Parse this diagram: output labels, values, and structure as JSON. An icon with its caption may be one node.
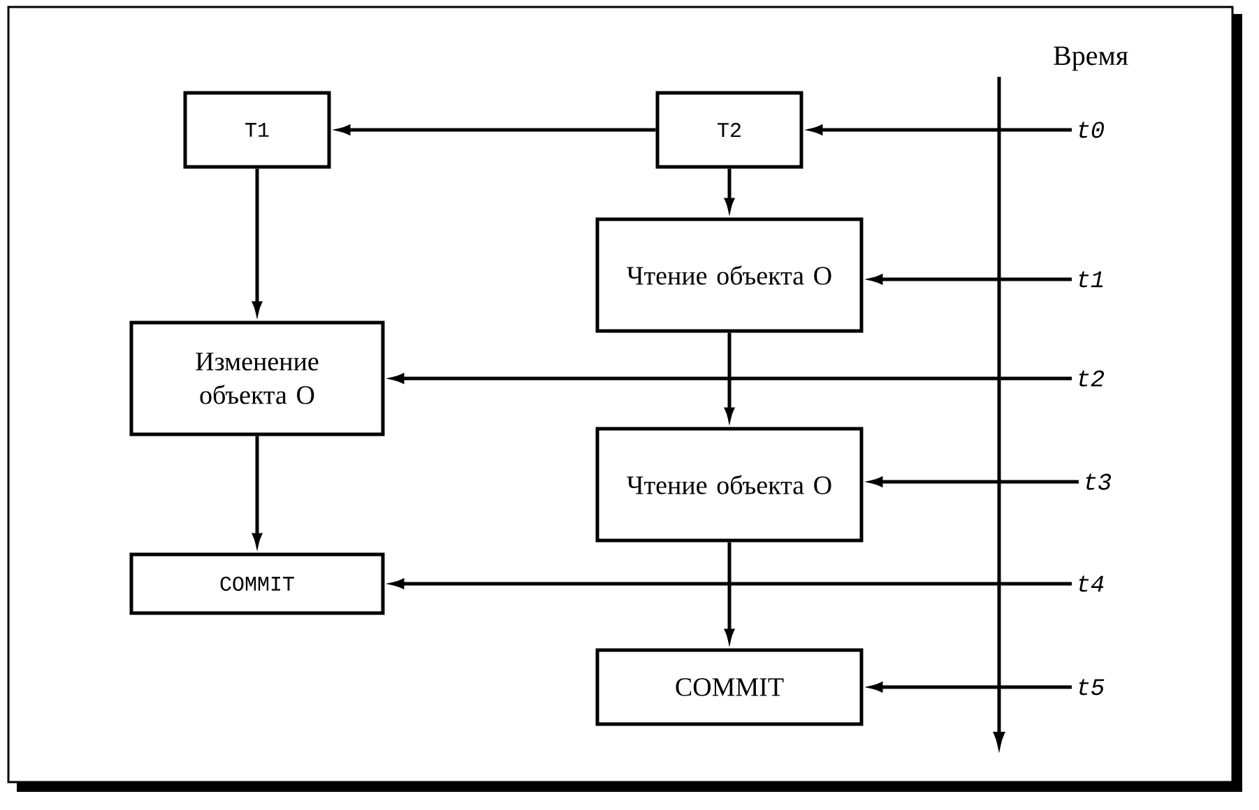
{
  "diagram": {
    "nodes": [
      {
        "text": [
          "T1"
        ]
      },
      {
        "text": [
          "T2"
        ]
      },
      {
        "text": [
          "t0"
        ]
      },
      {
        "text": [
          "Чтение объекта O"
        ]
      },
      {
        "text": [
          "t1"
        ]
      },
      {
        "text": [
          "Изменение объекта O"
        ]
      },
      {
        "text": [
          "t2"
        ]
      },
      {
        "text": [
          "Чтение объекта O"
        ]
      },
      {
        "text": [
          "t3"
        ]
      },
      {
        "text": [
          "COMMIT"
        ]
      },
      {
        "text": [
          "t4"
        ]
      },
      {
        "text": [
          "COMMIT"
        ]
      },
      {
        "text": [
          "t5"
        ]
      }
    ],
    "edges": [
      {
        "from": 2,
        "to": 1,
        "arrow": "to"
      },
      {
        "from": 1,
        "to": 0,
        "arrow": "to"
      },
      {
        "from": 0,
        "to": 5,
        "arrow": "to"
      },
      {
        "from": 1,
        "to": 3,
        "arrow": "to"
      },
      {
        "from": 4,
        "to": 3,
        "arrow": "to"
      },
      {
        "from": 6,
        "to": 5,
        "arrow": "to"
      },
      {
        "from": 3,
        "to": 7,
        "arrow": "to"
      },
      {
        "from": 8,
        "to": 7,
        "arrow": "to"
      },
      {
        "from": 5,
        "to": 9,
        "arrow": "to"
      },
      {
        "from": 10,
        "to": 9,
        "arrow": "to"
      },
      {
        "from": 7,
        "to": 11,
        "arrow": "to"
      },
      {
        "from": 12,
        "to": 11,
        "arrow": "to"
      }
    ],
    "labels": [
      "Время"
    ]
  }
}
